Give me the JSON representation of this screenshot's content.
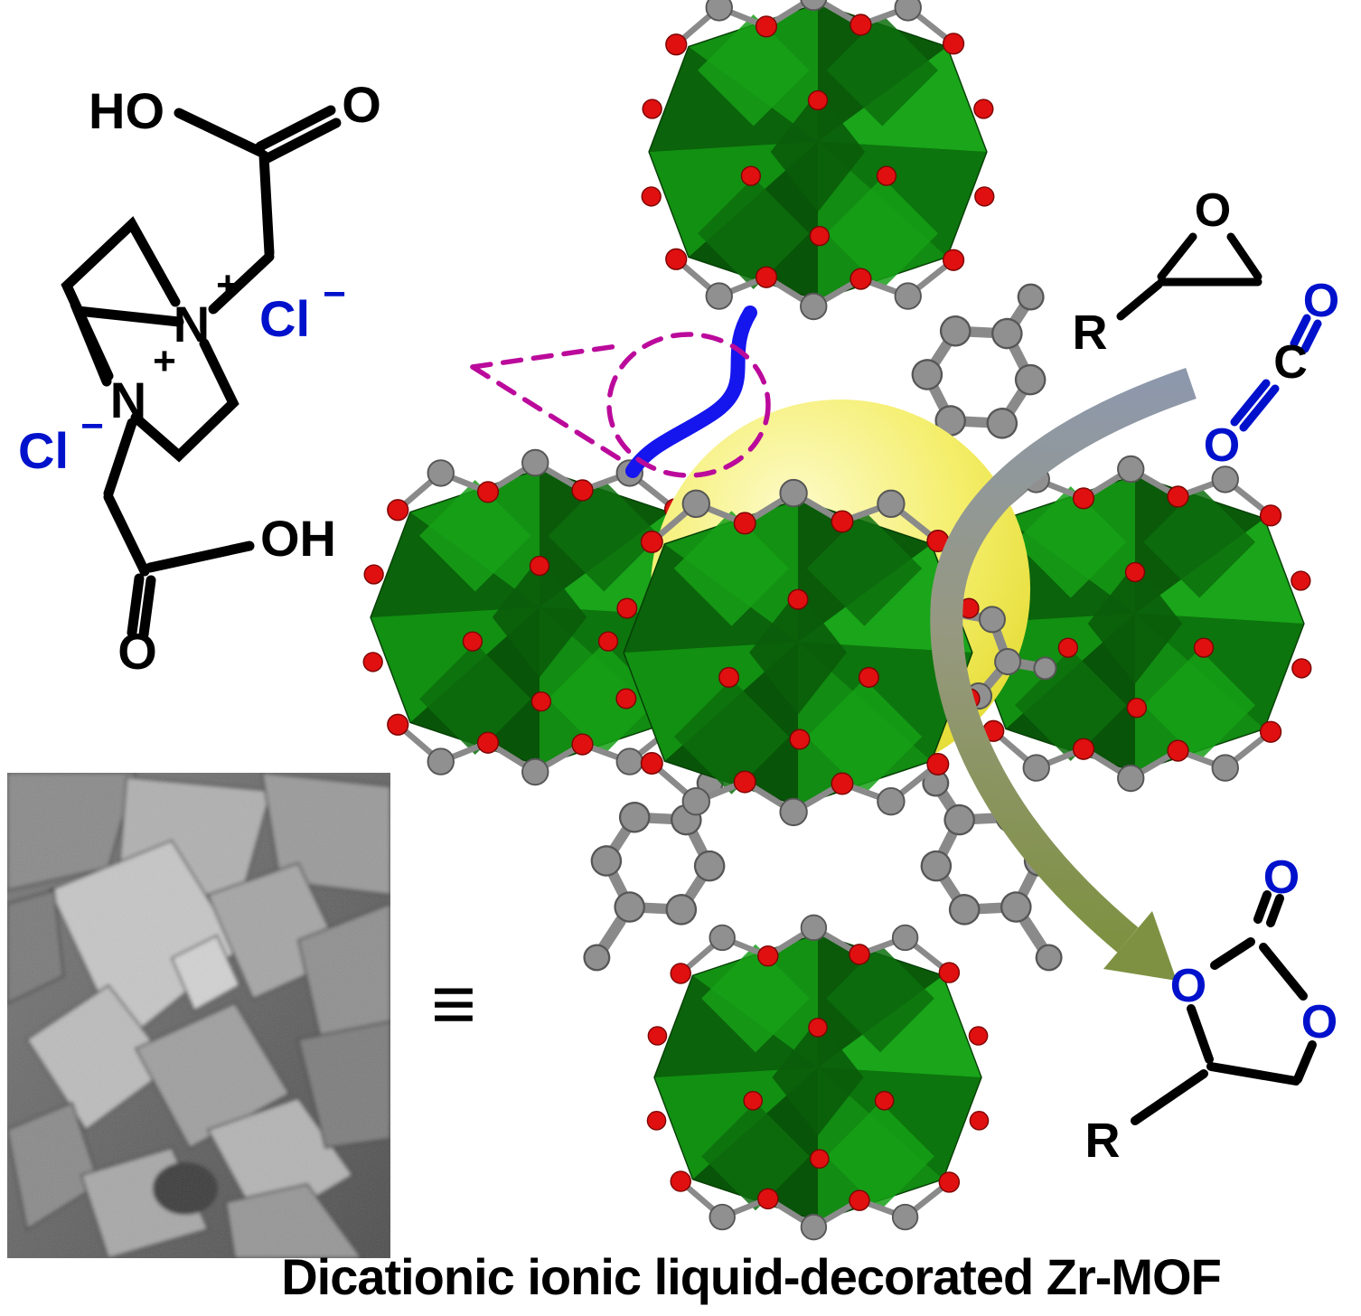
{
  "caption": "Dicationic ionic liquid-decorated Zr-MOF",
  "equivalence_symbol": "≡",
  "ionic_liquid": {
    "ho_label": "HO",
    "carbonyl_o_top": "O",
    "n_top": "N",
    "n_top_charge": "+",
    "cl_top": "Cl",
    "cl_top_charge": "−",
    "n_bottom": "N",
    "n_bottom_charge": "+",
    "cl_bottom": "Cl",
    "cl_bottom_charge": "−",
    "oh_label": "OH",
    "carbonyl_o_bottom": "O"
  },
  "epoxide": {
    "r_label": "R",
    "o_label": "O"
  },
  "co2": {
    "o_top": "O",
    "c_label": "C",
    "o_bottom": "O"
  },
  "cyclic_carbonate": {
    "carbonyl_o": "O",
    "ring_o_left": "O",
    "ring_o_right": "O",
    "r_label": "R"
  },
  "colors": {
    "polyhedra_green": "#0e7a0e",
    "oxygen_red": "#e01010",
    "carbon_gray": "#8c8c8c",
    "pore_yellow": "#f2ec5a",
    "heteroatom_blue": "#0011cc",
    "highlight_magenta": "#bb0a9b",
    "tether_blue": "#1515ee",
    "arrow_gray": "#8e98ac",
    "arrow_olive": "#7e9142"
  }
}
